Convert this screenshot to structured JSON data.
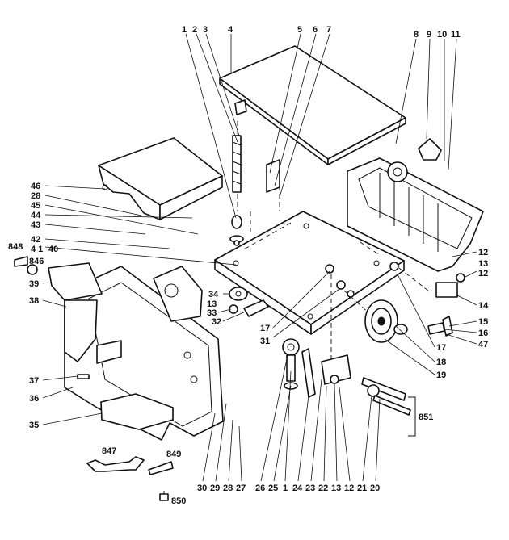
{
  "diagram": {
    "labels": {
      "l1a": "1",
      "l2a": "2",
      "l3a": "3",
      "l4": "4",
      "l5": "5",
      "l6": "6",
      "l7": "7",
      "l8": "8",
      "l9": "9",
      "l10": "10",
      "l11": "11",
      "l46": "46",
      "l28a": "28",
      "l45": "45",
      "l44": "44",
      "l43": "43",
      "l42": "42",
      "l41": "4 1",
      "l40": "40",
      "l848": "848",
      "l846": "846",
      "l39": "39",
      "l38": "38",
      "l37": "37",
      "l36": "36",
      "l35": "35",
      "l34": "34",
      "l13a": "13",
      "l33": "33",
      "l32": "32",
      "l17a": "17",
      "l31": "31",
      "l12a": "12",
      "l13b": "13",
      "l12b": "12",
      "l14": "14",
      "l15": "15",
      "l16": "16",
      "l47": "47",
      "l17b": "17",
      "l18": "18",
      "l19": "19",
      "l851": "851",
      "l847": "847",
      "l849": "849",
      "l850": "850",
      "b30": "30",
      "b29": "29",
      "b28": "28",
      "b27": "27",
      "b26": "26",
      "b25": "25",
      "b1": "1",
      "b24": "24",
      "b23": "23",
      "b22": "22",
      "b13": "13",
      "b12": "12",
      "b21": "21",
      "b20": "20"
    }
  }
}
